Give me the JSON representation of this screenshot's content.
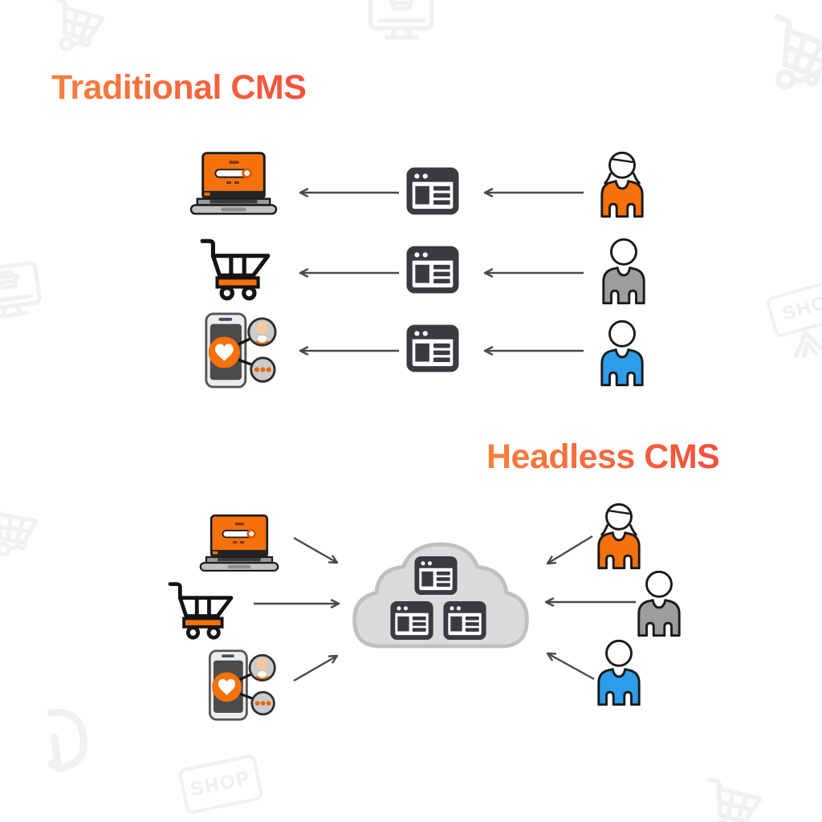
{
  "diagram": {
    "traditional": {
      "title": "Traditional CMS",
      "arrow_direction": "right-to-left",
      "rows": [
        {
          "channel_icon": "laptop-website-icon",
          "content_icon": "webpage-icon",
          "user_icon": "woman-orange-icon"
        },
        {
          "channel_icon": "shopping-cart-icon",
          "content_icon": "webpage-icon",
          "user_icon": "person-gray-icon"
        },
        {
          "channel_icon": "mobile-social-app-icon",
          "content_icon": "webpage-icon",
          "user_icon": "person-blue-icon"
        }
      ]
    },
    "headless": {
      "title": "Headless CMS",
      "arrow_direction": "inward-to-cloud",
      "channel_icons": [
        "laptop-website-icon",
        "shopping-cart-icon",
        "mobile-social-app-icon"
      ],
      "hub_icon": "cloud-with-webpages-icon",
      "user_icons": [
        "woman-orange-icon",
        "person-gray-icon",
        "person-blue-icon"
      ]
    },
    "watermarks": {
      "shop_text": "SHOP",
      "icons": [
        "cart-watermark-icon",
        "monitor-watermark-icon",
        "shop-sign-watermark",
        "d-logo-watermark"
      ]
    },
    "colors": {
      "title_gradient_start": "#F6813E",
      "title_gradient_end": "#F44F3D",
      "orange": "#F4710C",
      "blue": "#2D9CEA",
      "gray": "#9D9D9D",
      "dark_icon": "#3A3A41",
      "arrow": "#4A4A4A",
      "cloud_fill": "#DBDBDB",
      "cloud_stroke": "#C0C0C0",
      "watermark": "#F1F1F1",
      "background": "#FFFFFF"
    }
  }
}
